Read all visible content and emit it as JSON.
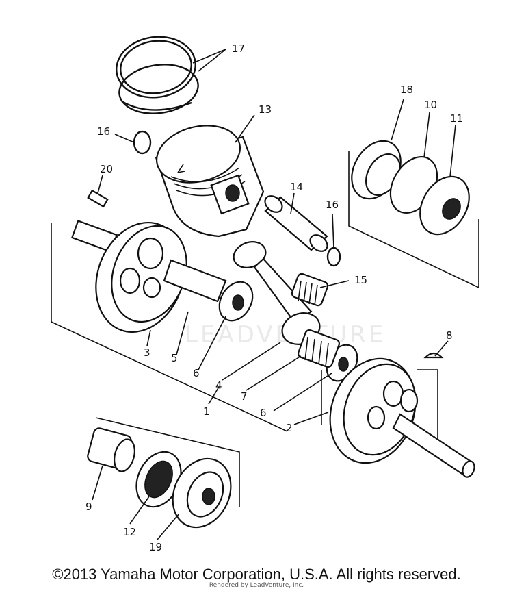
{
  "watermark": "LEADVENTURE",
  "callouts": {
    "c1": "1",
    "c2": "2",
    "c3": "3",
    "c4": "4",
    "c5": "5",
    "c6a": "6",
    "c6b": "6",
    "c7": "7",
    "c8": "8",
    "c9": "9",
    "c10": "10",
    "c11": "11",
    "c12": "12",
    "c13": "13",
    "c14": "14",
    "c15": "15",
    "c16a": "16",
    "c16b": "16",
    "c17": "17",
    "c18": "18",
    "c19": "19",
    "c20": "20"
  },
  "footer": {
    "copyright": "©2013 Yamaha Motor Corporation, U.S.A. All rights reserved.",
    "rendered_by": "Rendered by LeadVenture, Inc."
  }
}
